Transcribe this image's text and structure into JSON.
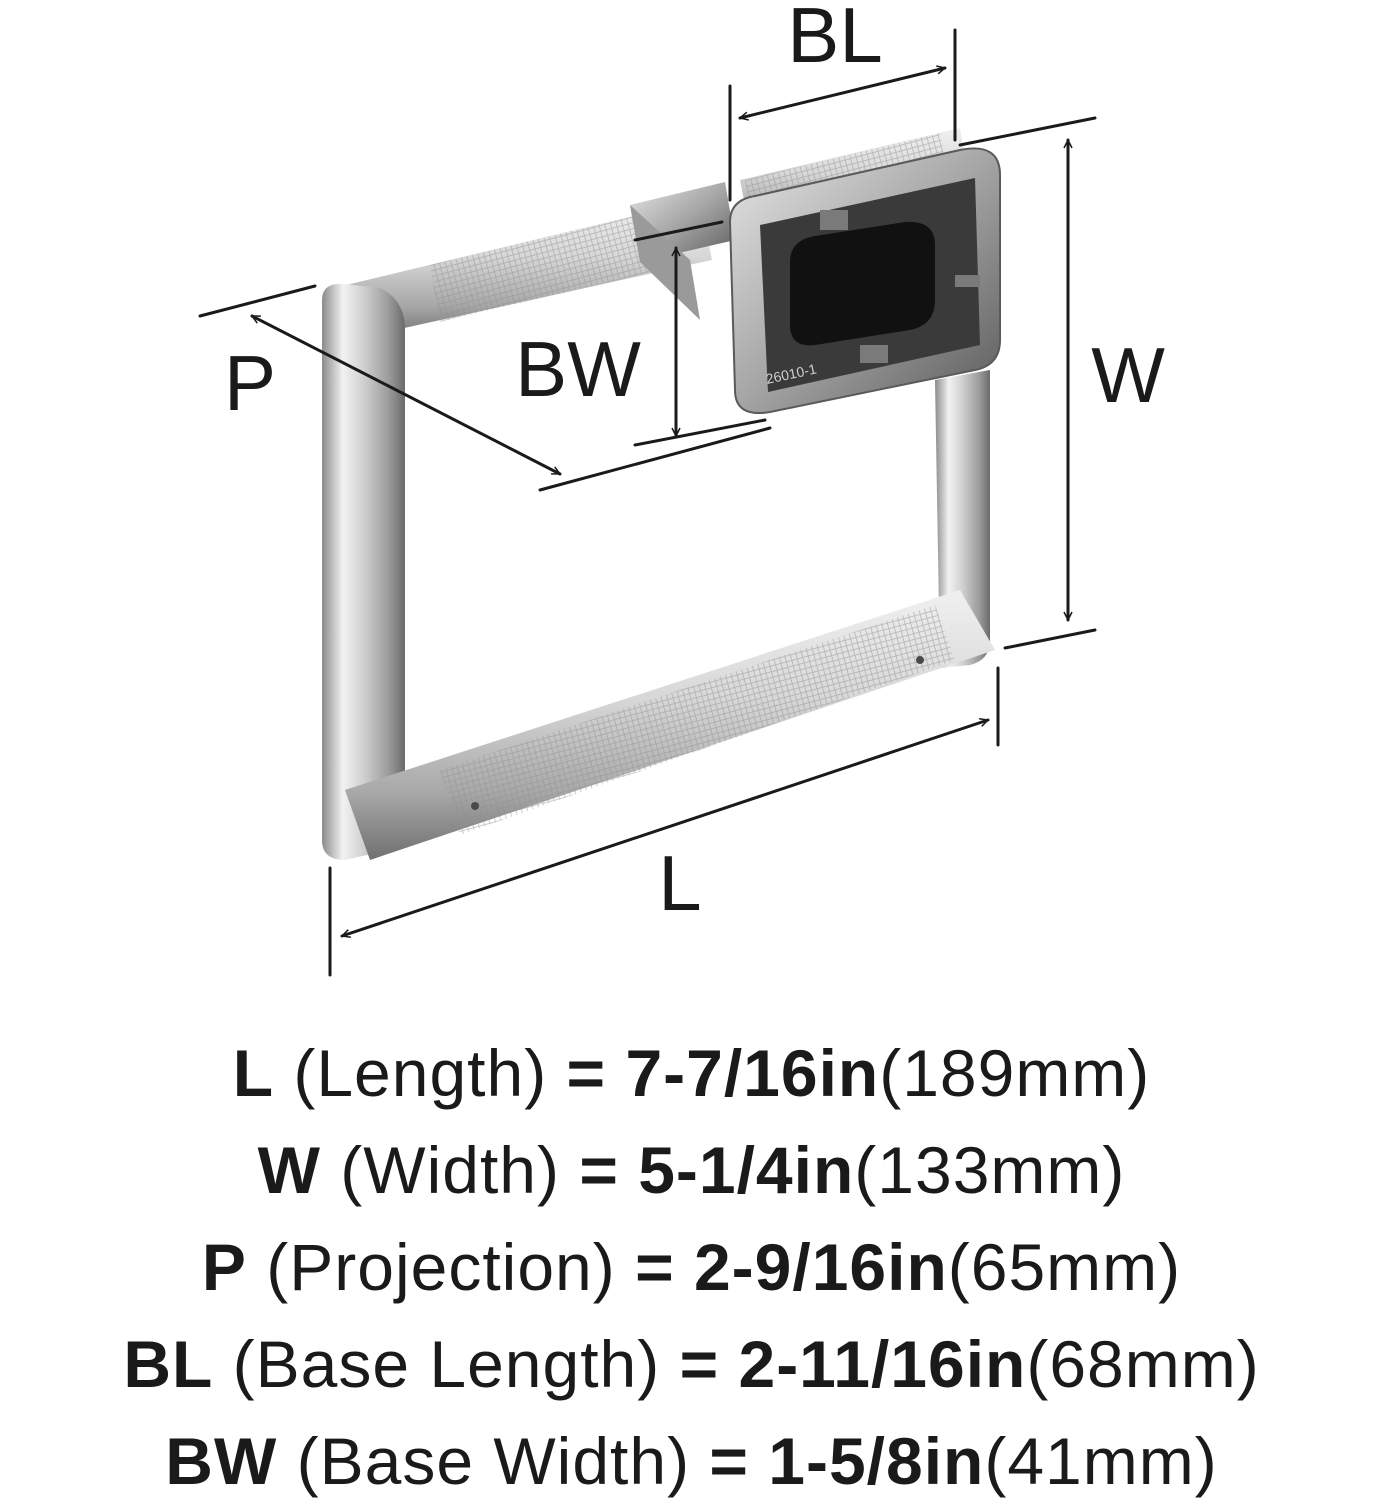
{
  "diagram": {
    "labels": {
      "bl": "BL",
      "bw": "BW",
      "p": "P",
      "w": "W",
      "l": "L"
    },
    "base_marking": "26010-1",
    "colors": {
      "chrome_light": "#f4f4f4",
      "chrome_mid": "#c9c9c9",
      "chrome_dark": "#6e6e6e",
      "base_dark": "#2a2a2a",
      "ink": "#1a1a1a"
    }
  },
  "specs": [
    {
      "abbr": "L",
      "name": "(Length)",
      "eq": "=",
      "imperial": "7-7/16in",
      "metric": "(189mm)"
    },
    {
      "abbr": "W",
      "name": "(Width)",
      "eq": "=",
      "imperial": "5-1/4in",
      "metric": "(133mm)"
    },
    {
      "abbr": "P",
      "name": "(Projection)",
      "eq": "=",
      "imperial": "2-9/16in",
      "metric": "(65mm)"
    },
    {
      "abbr": "BL",
      "name": "(Base Length)",
      "eq": "=",
      "imperial": "2-11/16in",
      "metric": "(68mm)"
    },
    {
      "abbr": "BW",
      "name": "(Base Width)",
      "eq": "=",
      "imperial": "1-5/8in",
      "metric": "(41mm)"
    }
  ]
}
